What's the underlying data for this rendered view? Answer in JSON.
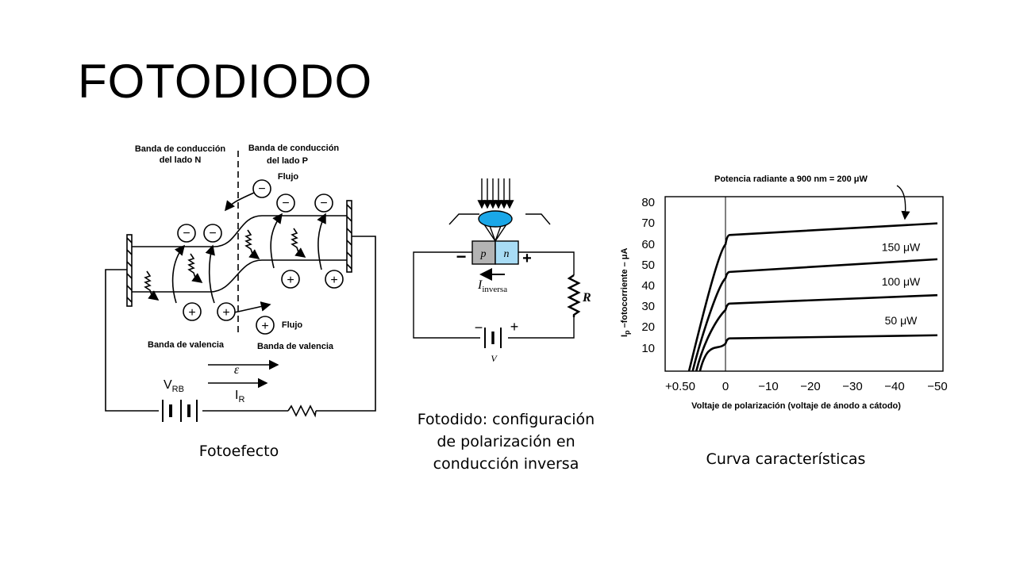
{
  "slide": {
    "title": "FOTODIODO"
  },
  "photoeffect": {
    "label_cond_n": [
      "Banda de conducción",
      "del lado N"
    ],
    "label_cond_p": [
      "Banda de conducción",
      "del lado P"
    ],
    "label_flux_top": "Flujo",
    "label_flux_bottom": "Flujo",
    "label_valence_left": "Banda de valencia",
    "label_valence_right": "Banda de valencia",
    "label_field": "ε",
    "label_vrb": "V",
    "label_vrb_sub": "RB",
    "label_ir": "I",
    "label_ir_sub": "R",
    "minus_sign": "−",
    "plus_sign": "+",
    "caption": "Fotoefecto"
  },
  "circuit": {
    "p_label": "p",
    "n_label": "n",
    "minus_label": "−",
    "plus_label": "+",
    "current_label": "I",
    "current_sub": "inversa",
    "resistor_label": "R",
    "battery_minus": "−",
    "battery_plus": "+",
    "voltage_label": "V",
    "colors": {
      "p_region": "#b3b3b3",
      "n_region": "#a8dcf5",
      "lens": "#1aa7e8"
    },
    "caption_lines": [
      "Fotodido: configuración",
      "de polarización en",
      "conducción inversa"
    ]
  },
  "chart_data": {
    "type": "line",
    "title": "Potencia radiante a 900 nm = 200 μW",
    "ylabel": "I",
    "ylabel_sub": "p",
    "ylabel_rest": " –fotocorriente – μA",
    "xlabel": "Voltaje de polarización (voltaje de ánodo a cátodo)",
    "x_ticks": [
      "+0.50",
      "0",
      "−10",
      "−20",
      "−30",
      "−40",
      "−50"
    ],
    "y_ticks": [
      "80",
      "70",
      "60",
      "50",
      "40",
      "30",
      "20",
      "10"
    ],
    "xlim": [
      0.5,
      -50
    ],
    "ylim": [
      0,
      80
    ],
    "series": [
      {
        "name": "200 μW",
        "label": "",
        "values": [
          [
            0.5,
            0
          ],
          [
            0,
            60
          ],
          [
            -1,
            64.5
          ],
          [
            -50,
            70
          ]
        ]
      },
      {
        "name": "150 μW",
        "label": "150 μW",
        "values": [
          [
            0.45,
            0
          ],
          [
            0,
            44
          ],
          [
            -1,
            47
          ],
          [
            -50,
            53
          ]
        ]
      },
      {
        "name": "100 μW",
        "label": "100 μW",
        "values": [
          [
            0.4,
            0
          ],
          [
            0,
            29
          ],
          [
            -1,
            32
          ],
          [
            -50,
            36
          ]
        ]
      },
      {
        "name": "50 μW",
        "label": "50 μW",
        "values": [
          [
            0.35,
            0
          ],
          [
            0,
            13
          ],
          [
            -1,
            15.5
          ],
          [
            -50,
            17
          ]
        ]
      }
    ],
    "caption": "Curva características"
  }
}
